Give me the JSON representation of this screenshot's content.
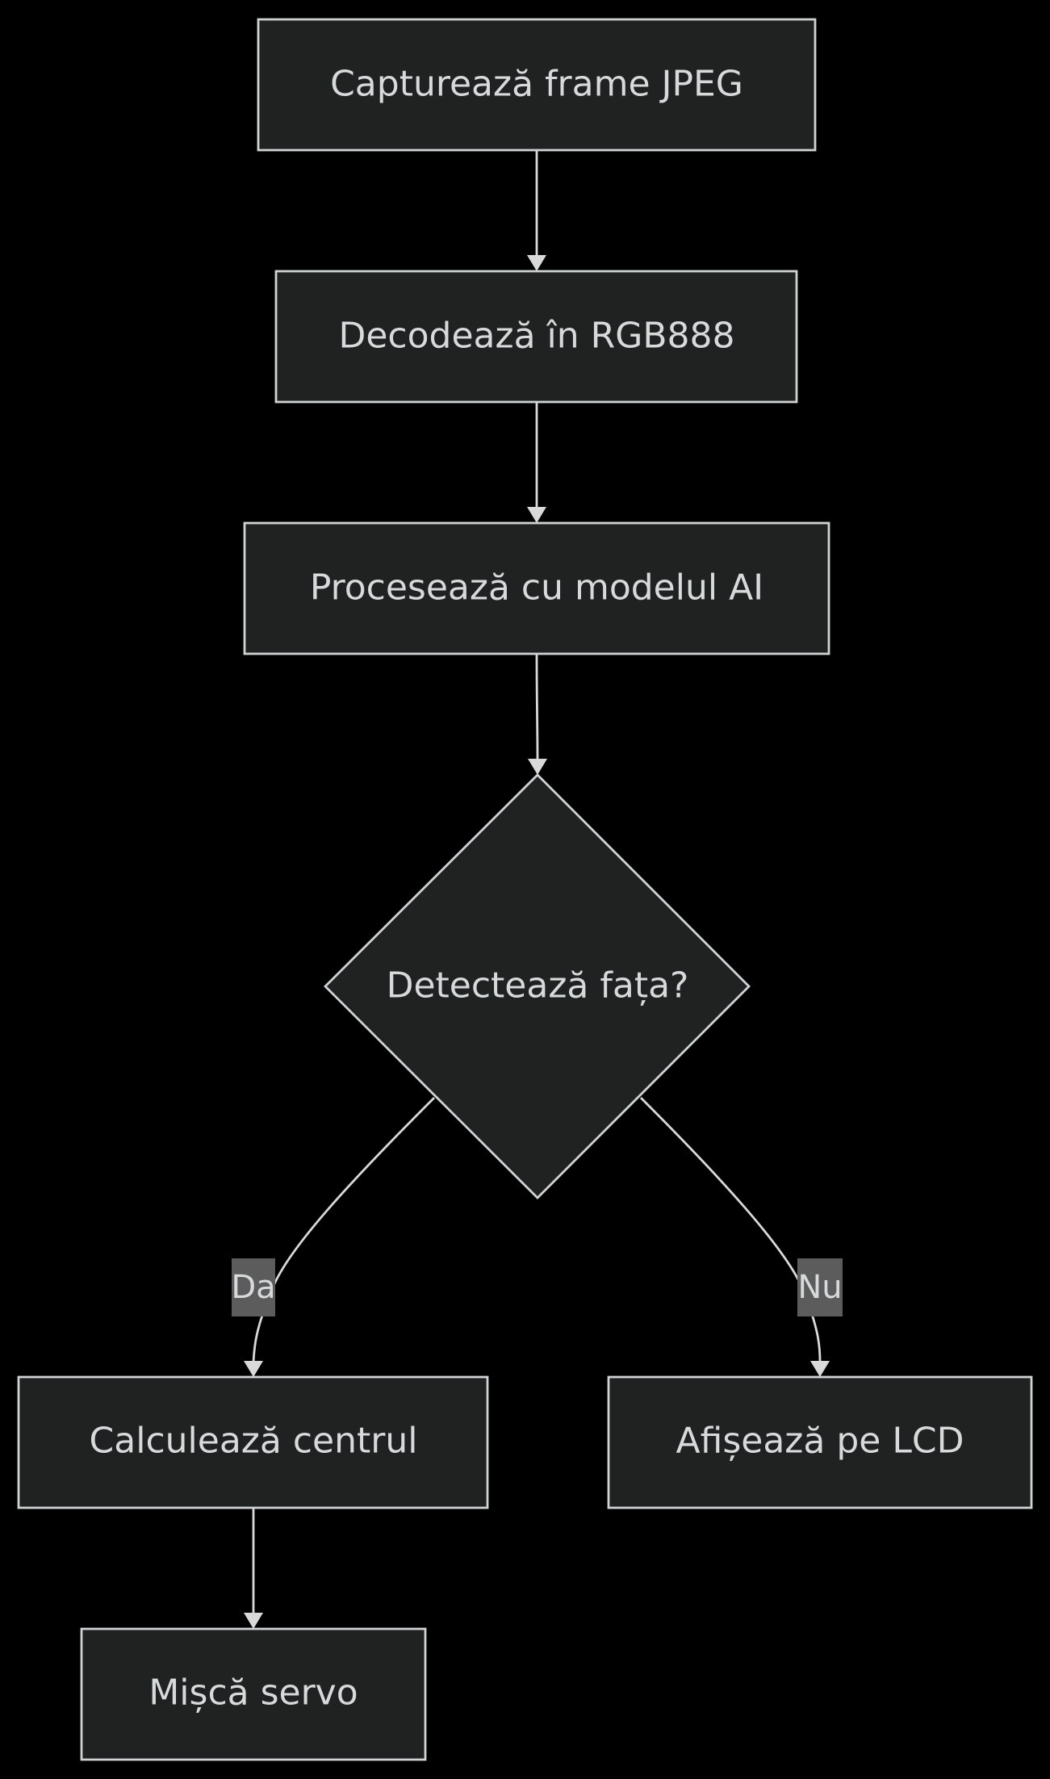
{
  "diagram": {
    "type": "flowchart",
    "colors": {
      "background": "#000000",
      "node_fill": "#202222",
      "node_stroke": "#cfd3d3",
      "text": "#d6dada",
      "edge": "#d9d9d9",
      "edge_label_background": "#5c5c5c"
    },
    "nodes": [
      {
        "id": "capture",
        "shape": "rectangle",
        "label": "Capturează frame JPEG"
      },
      {
        "id": "decode",
        "shape": "rectangle",
        "label": "Decodează în RGB888"
      },
      {
        "id": "process",
        "shape": "rectangle",
        "label": "Procesează cu modelul AI"
      },
      {
        "id": "detect",
        "shape": "diamond",
        "label": "Detectează fața?"
      },
      {
        "id": "center",
        "shape": "rectangle",
        "label": "Calculează centrul"
      },
      {
        "id": "display",
        "shape": "rectangle",
        "label": "Afișează pe LCD"
      },
      {
        "id": "servo",
        "shape": "rectangle",
        "label": "Mișcă servo"
      }
    ],
    "edges": [
      {
        "from": "capture",
        "to": "decode",
        "label": ""
      },
      {
        "from": "decode",
        "to": "process",
        "label": ""
      },
      {
        "from": "process",
        "to": "detect",
        "label": ""
      },
      {
        "from": "detect",
        "to": "center",
        "label": "Da"
      },
      {
        "from": "detect",
        "to": "display",
        "label": "Nu"
      },
      {
        "from": "center",
        "to": "servo",
        "label": ""
      }
    ]
  }
}
